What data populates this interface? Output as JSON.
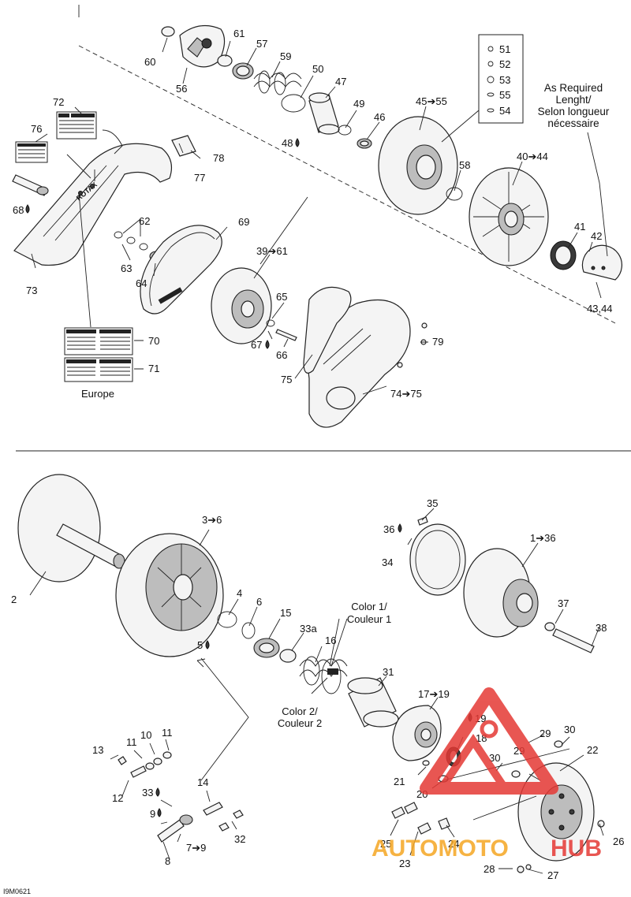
{
  "figure": {
    "reference": "I9M0621",
    "colors": {
      "watermark_red": "#e53935",
      "watermark_orange": "#f5a623",
      "ink": "#111111"
    }
  },
  "upper_section": {
    "labels": {
      "p60": "60",
      "p56": "56",
      "p61": "61",
      "p57": "57",
      "p59": "59",
      "p50": "50",
      "p47": "47",
      "p49": "49",
      "p46": "46",
      "p48": "48",
      "p45_55": "45➔55",
      "p58": "58",
      "p40_44": "40➔44",
      "p41": "41",
      "p42": "42",
      "p43_44": "43,44",
      "p72": "72",
      "p76": "76",
      "p77": "77",
      "p78": "78",
      "p68": "68",
      "p62": "62",
      "p63": "63",
      "p64": "64",
      "p69": "69",
      "p39_61": "39➔61",
      "p65": "65",
      "p67": "67",
      "p66": "66",
      "p73": "73",
      "p70": "70",
      "p71": "71",
      "p79": "79",
      "p75": "75",
      "p74_75": "74➔75",
      "europe": "Europe"
    },
    "kit_legend": [
      "51",
      "52",
      "53",
      "55",
      "54"
    ],
    "as_required": [
      "As Required",
      "Lenght/",
      "Selon longueur",
      "nécessaire"
    ],
    "brand_text": "ROTAX"
  },
  "lower_section": {
    "labels": {
      "p2": "2",
      "p3_6": "3➔6",
      "p4": "4",
      "p6": "6",
      "p5": "5",
      "p15": "15",
      "p33a": "33a",
      "p16": "16",
      "p35": "35",
      "p36": "36",
      "p34": "34",
      "p1_36": "1➔36",
      "p37": "37",
      "p38": "38",
      "p31": "31",
      "p17_19": "17➔19",
      "p19": "19",
      "p18": "18",
      "p22": "22",
      "p29a": "29",
      "p30a": "30",
      "p29b": "29",
      "p30b": "30",
      "p20": "20",
      "p21": "21",
      "p25": "25",
      "p24": "24",
      "p23": "23",
      "p26": "26",
      "p28": "28",
      "p27": "27",
      "p13": "13",
      "p11a": "11",
      "p10": "10",
      "p11b": "11",
      "p12": "12",
      "p14": "14",
      "p33": "33",
      "p9a": "9",
      "p7_9": "7➔9",
      "p8": "8",
      "p32": "32"
    },
    "color1": [
      "Color 1/",
      "Couleur 1"
    ],
    "color2": [
      "Color 2/",
      "Couleur 2"
    ]
  },
  "watermark": {
    "part1": "AUTOMOTO",
    "part2": "HUB"
  }
}
